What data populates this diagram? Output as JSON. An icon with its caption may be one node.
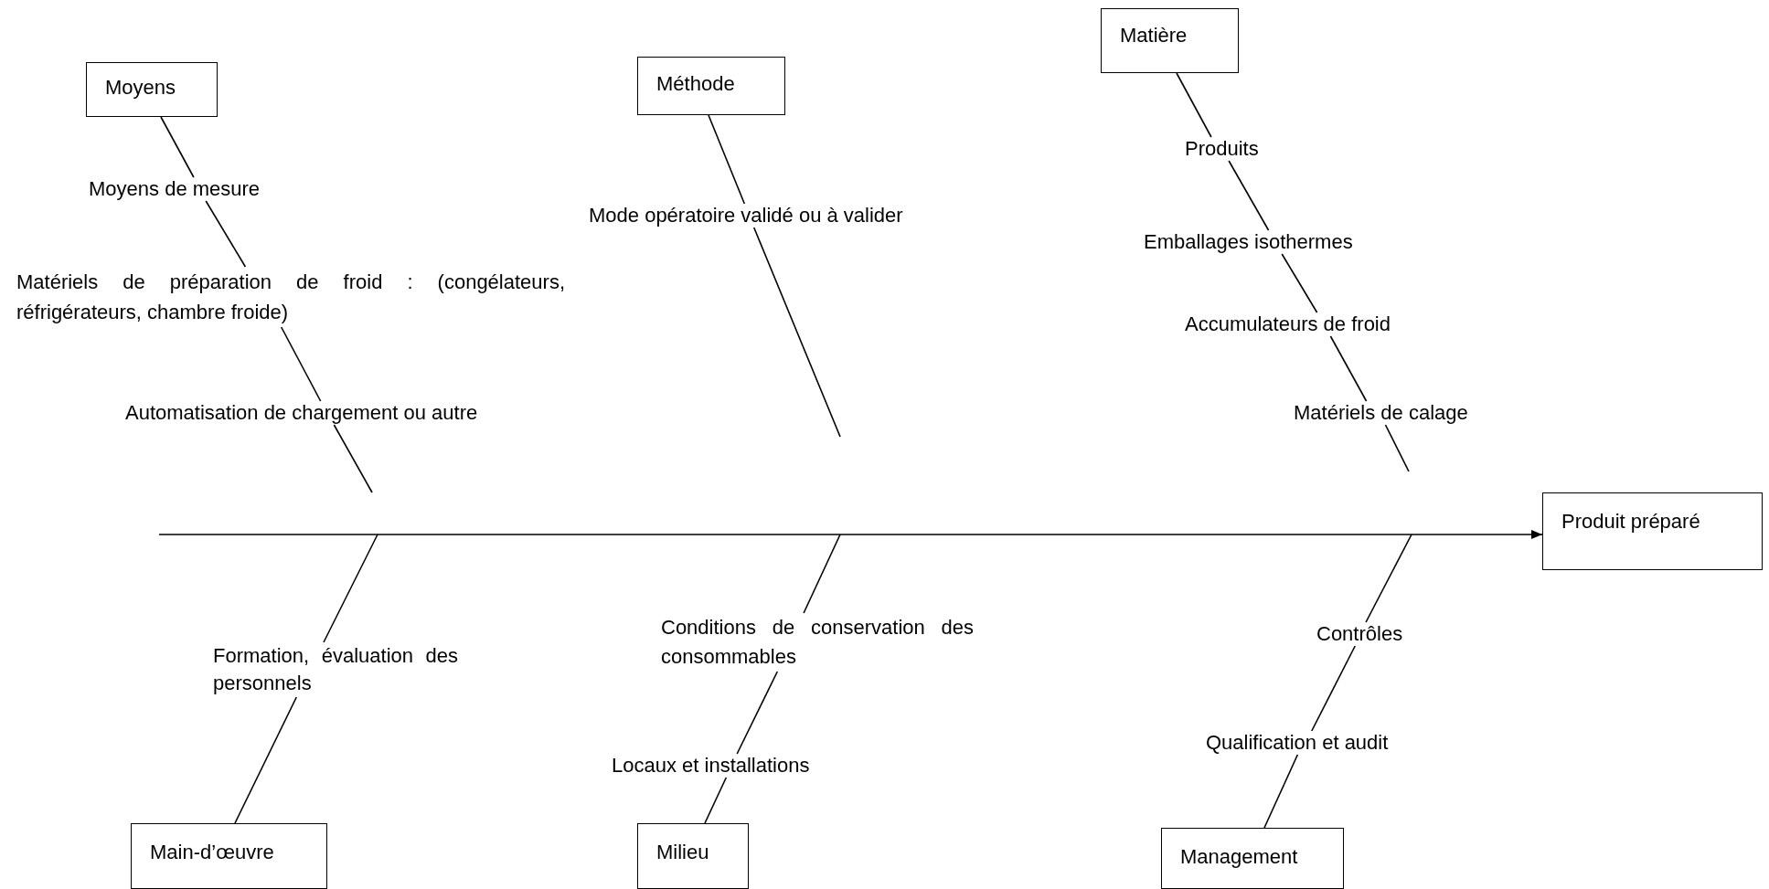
{
  "diagram": {
    "nodes": [
      {
        "text": [
          "Moyens"
        ]
      },
      {
        "text": [
          "Moyens de mesure"
        ]
      },
      {
        "text": [
          "Matériels de préparation de froid : (congélateurs, réfrigérateurs, chambre froide)"
        ]
      },
      {
        "text": [
          "Automatisation de chargement ou autre"
        ]
      },
      {
        "text": [
          "Méthode"
        ]
      },
      {
        "text": [
          "Mode opératoire validé ou à valider"
        ]
      },
      {
        "text": [
          "Matière"
        ]
      },
      {
        "text": [
          "Produits"
        ]
      },
      {
        "text": [
          "Emballages isothermes"
        ]
      },
      {
        "text": [
          "Accumulateurs de froid"
        ]
      },
      {
        "text": [
          "Matériels de calage"
        ]
      },
      {
        "text": [
          "Produit préparé"
        ]
      },
      {
        "text": [
          "Formation, évaluation des personnels"
        ]
      },
      {
        "text": [
          "Main-d’œuvre"
        ]
      },
      {
        "text": [
          "Conditions de conservation des consommables"
        ]
      },
      {
        "text": [
          "Locaux et installations"
        ]
      },
      {
        "text": [
          "Milieu"
        ]
      },
      {
        "text": [
          "Contrôles"
        ]
      },
      {
        "text": [
          "Qualification et audit"
        ]
      },
      {
        "text": [
          "Management"
        ]
      }
    ],
    "edges": [
      {
        "from": 0,
        "to": 1,
        "arrow": "none"
      },
      {
        "from": 1,
        "to": 2,
        "arrow": "none"
      },
      {
        "from": 2,
        "to": 3,
        "arrow": "none"
      },
      {
        "from": 3,
        "to": null,
        "arrow": "none"
      },
      {
        "from": 4,
        "to": 5,
        "arrow": "none"
      },
      {
        "from": 5,
        "to": null,
        "arrow": "none"
      },
      {
        "from": 6,
        "to": 7,
        "arrow": "none"
      },
      {
        "from": 7,
        "to": 8,
        "arrow": "none"
      },
      {
        "from": 8,
        "to": 9,
        "arrow": "none"
      },
      {
        "from": 9,
        "to": 10,
        "arrow": "none"
      },
      {
        "from": 10,
        "to": null,
        "arrow": "none"
      },
      {
        "from": null,
        "to": 11,
        "arrow": "to"
      },
      {
        "from": 13,
        "to": 12,
        "arrow": "none"
      },
      {
        "from": 12,
        "to": null,
        "arrow": "none"
      },
      {
        "from": 16,
        "to": 15,
        "arrow": "none"
      },
      {
        "from": 15,
        "to": 14,
        "arrow": "none"
      },
      {
        "from": 14,
        "to": null,
        "arrow": "none"
      },
      {
        "from": 19,
        "to": 18,
        "arrow": "none"
      },
      {
        "from": 18,
        "to": 17,
        "arrow": "none"
      },
      {
        "from": 17,
        "to": null,
        "arrow": "none"
      }
    ]
  }
}
